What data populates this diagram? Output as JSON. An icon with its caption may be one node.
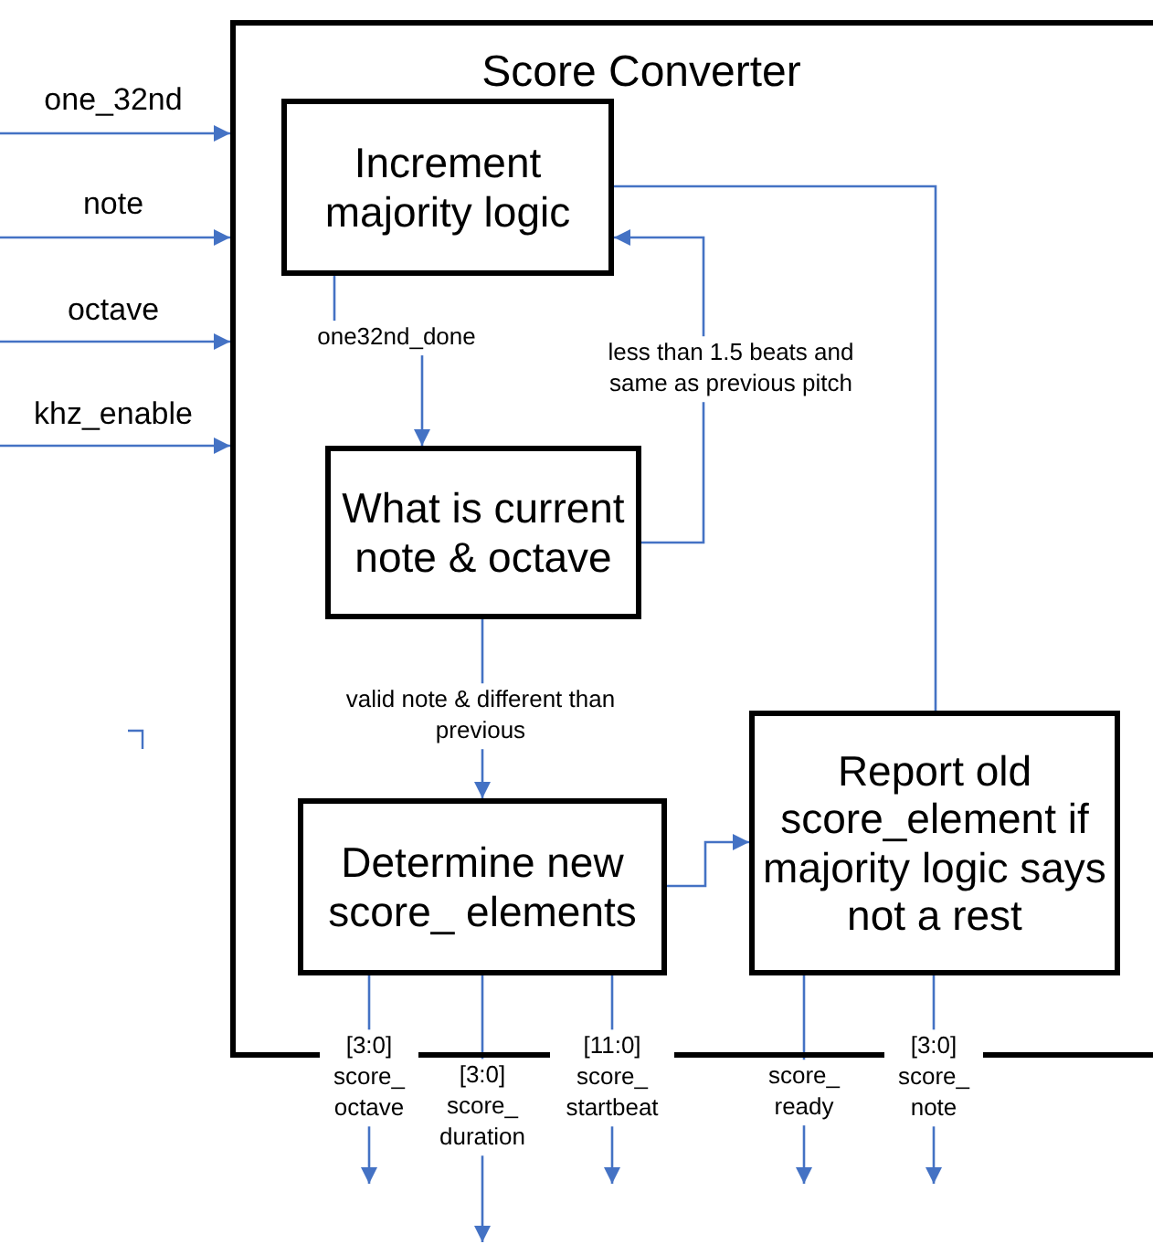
{
  "diagram": {
    "nodes": [
      {
        "text": [
          "Score Converter"
        ]
      },
      {
        "text": [
          "Increment majority logic"
        ],
        "in": 0
      },
      {
        "text": [
          "What is current note & octave"
        ],
        "in": 0
      },
      {
        "text": [
          "Determine new score_ elements"
        ],
        "in": 0
      },
      {
        "text": [
          "Report old score_element if majority logic says not a rest"
        ],
        "in": 0
      }
    ],
    "edges": [
      {
        "from": null,
        "to": 0,
        "arrow": "to",
        "label": "one_32nd"
      },
      {
        "from": null,
        "to": 0,
        "arrow": "to",
        "label": "note"
      },
      {
        "from": null,
        "to": 0,
        "arrow": "to",
        "label": "octave"
      },
      {
        "from": null,
        "to": 0,
        "arrow": "to",
        "label": "khz_enable"
      },
      {
        "from": 1,
        "to": 2,
        "arrow": "to",
        "label": "one32nd_done"
      },
      {
        "from": 2,
        "to": 1,
        "arrow": "to",
        "label": "less than 1.5 beats and same as previous pitch"
      },
      {
        "from": 2,
        "to": 3,
        "arrow": "to",
        "label": "valid note & different than previous"
      },
      {
        "from": 3,
        "to": 4,
        "arrow": "to"
      },
      {
        "from": 1,
        "to": 4,
        "arrow": "none"
      },
      {
        "from": 3,
        "to": null,
        "arrow": "to",
        "label": "[3:0] score_ octave"
      },
      {
        "from": 3,
        "to": null,
        "arrow": "to",
        "label": "[3:0] score_ duration"
      },
      {
        "from": 3,
        "to": null,
        "arrow": "to",
        "label": "[11:0] score_ startbeat"
      },
      {
        "from": 4,
        "to": null,
        "arrow": "to",
        "label": "score_ ready"
      },
      {
        "from": 4,
        "to": null,
        "arrow": "to",
        "label": "[3:0] score_ note"
      }
    ]
  }
}
